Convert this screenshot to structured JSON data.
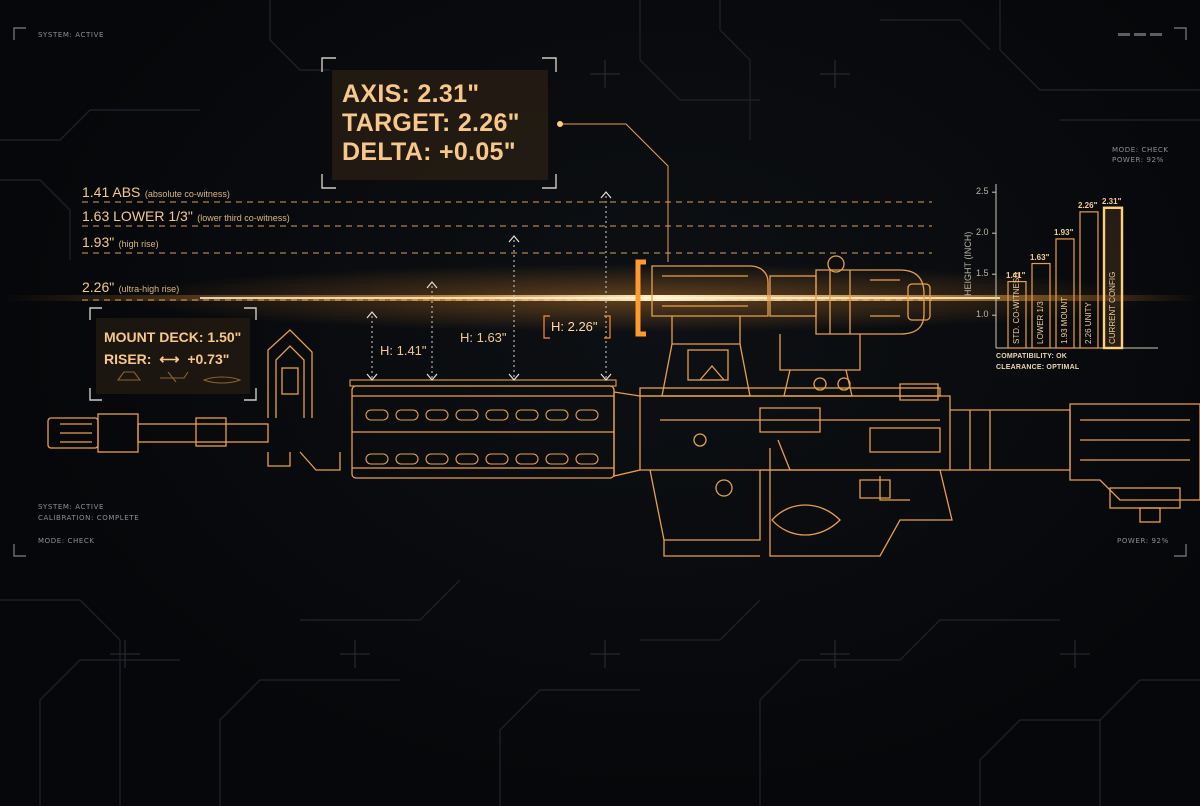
{
  "status": {
    "top_left": "SYSTEM: ACTIVE",
    "top_right_mode": "MODE: CHECK",
    "top_right_power": "POWER: 92%",
    "bottom_left_system": "SYSTEM: ACTIVE",
    "bottom_left_calibration": "CALIBRATION: COMPLETE",
    "bottom_left_mode": "MODE: CHECK",
    "bottom_right_power": "POWER: 92%"
  },
  "axis_panel": {
    "axis": "AXIS: 2.31\"",
    "target": "TARGET: 2.26\"",
    "delta": "DELTA: +0.05\""
  },
  "guide_lines": [
    {
      "main": "1.41 ABS",
      "sub": "(absolute co-witness)"
    },
    {
      "main": "1.63 LOWER 1/3\"",
      "sub": "(lower third co-witness)"
    },
    {
      "main": "1.93\"",
      "sub": "(high rise)"
    },
    {
      "main": "2.26\"",
      "sub": "(ultra-high rise)"
    }
  ],
  "mount_panel": {
    "deck": "MOUNT DECK: 1.50\"",
    "riser_label": "RISER:",
    "riser_arrow": "⟷",
    "riser_value": "+0.73\""
  },
  "height_labels": [
    "H: 1.41\"",
    "H: 1.63\"",
    "H: 2.26\""
  ],
  "chart_data": {
    "type": "bar",
    "categories": [
      "STD. CO-WITNESS",
      "LOWER 1/3",
      "1.93 MOUNT",
      "2.26 UNITY",
      "CURRENT CONFIG"
    ],
    "values": [
      1.41,
      1.63,
      1.93,
      2.26,
      2.31
    ],
    "value_labels": [
      "1.41\"",
      "1.63\"",
      "1.93\"",
      "2.26\"",
      "2.31\""
    ],
    "highlight_index": 4,
    "ylabel": "HEIGHT (INCH)",
    "ylim": [
      0.6,
      2.6
    ],
    "yticks": [
      1.0,
      1.5,
      2.0,
      2.5
    ],
    "ytick_labels": [
      "1.0",
      "1.5",
      "2.0",
      "2.5"
    ],
    "notes": [
      "COMPATIBILITY: OK",
      "CLEARANCE: OPTIMAL"
    ],
    "colors": {
      "bar": "#e8a04a",
      "highlight": "#ffcf7a"
    }
  },
  "colors": {
    "accent": "#f5a623",
    "beam": "#ff9a2e",
    "line": "#e6a04c",
    "bg": "#06070a"
  }
}
